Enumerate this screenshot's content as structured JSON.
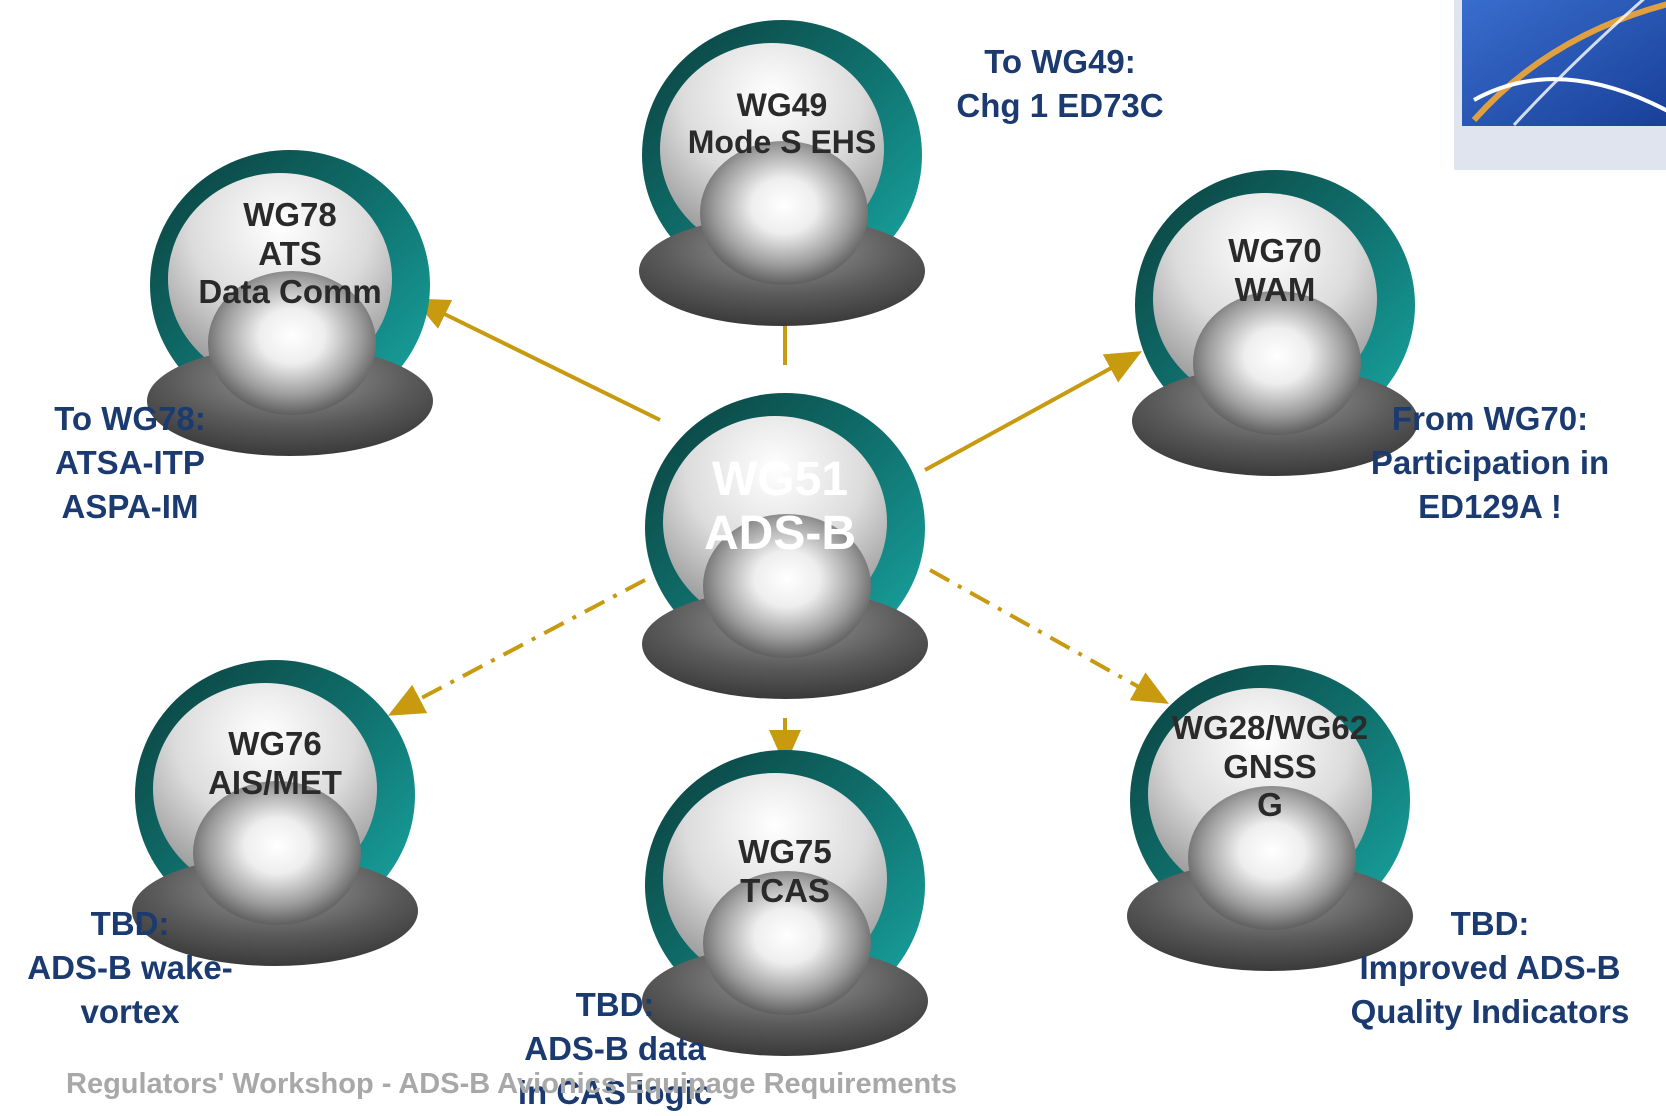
{
  "nodes": {
    "wg49": {
      "line1": "WG49",
      "line2": "Mode S EHS"
    },
    "wg78": {
      "line1": "WG78",
      "line2": "ATS",
      "line3": "Data Comm"
    },
    "wg70": {
      "line1": "WG70",
      "line2": "WAM"
    },
    "wg51": {
      "line1": "WG51",
      "line2": "ADS-B"
    },
    "wg76": {
      "line1": "WG76",
      "line2": "AIS/MET"
    },
    "wg75": {
      "line1": "WG75",
      "line2": "TCAS"
    },
    "wg28": {
      "line1": "WG28/WG62",
      "line2": "GNSS",
      "line3": "G"
    }
  },
  "notes": {
    "wg49": [
      "To WG49:",
      "Chg 1 ED73C"
    ],
    "wg78": [
      "To WG78:",
      "ATSA-ITP",
      "ASPA-IM"
    ],
    "wg70": [
      "From WG70:",
      "Participation in",
      "ED129A !"
    ],
    "wg76": [
      "TBD:",
      "ADS-B wake-",
      "vortex"
    ],
    "wg75": [
      "TBD:",
      "ADS-B data",
      "in CAS logic"
    ],
    "wg28": [
      "TBD:",
      "Improved ADS-B",
      "Quality Indicators"
    ]
  },
  "footer": "Regulators' Workshop - ADS-B Avionics Equipage Requirements",
  "colors": {
    "arrow": "#c89a10",
    "teal_dark": "#0d5a57",
    "teal_light": "#16a3a0",
    "note_text": "#1b3a70",
    "footer_text": "#a8a8a8"
  },
  "icons": {
    "logo": "logo-icon"
  }
}
